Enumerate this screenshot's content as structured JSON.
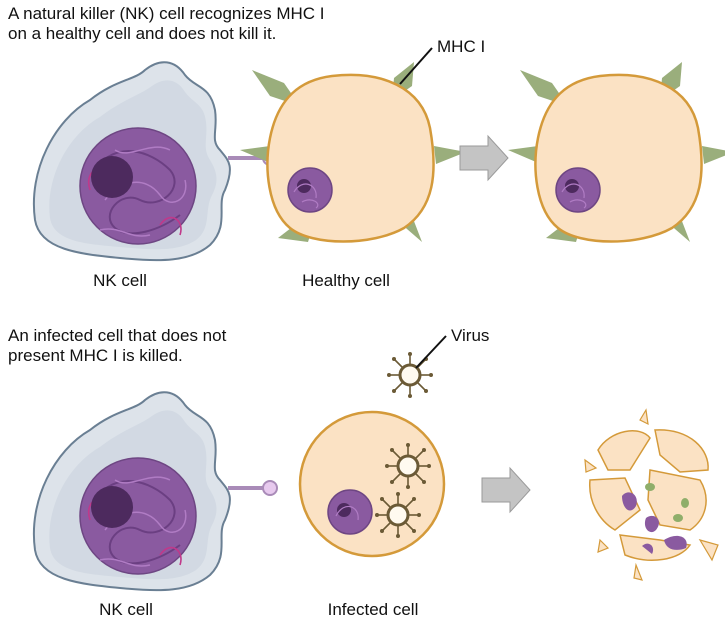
{
  "panel_top": {
    "heading_line1": "A natural killer (NK) cell recognizes MHC I",
    "heading_line2": "on a healthy cell and does not kill it.",
    "label_mhc": "MHC I",
    "caption_nk": "NK cell",
    "caption_target": "Healthy cell"
  },
  "panel_bottom": {
    "heading_line1": "An infected cell that does not",
    "heading_line2": "present MHC I is killed.",
    "label_virus": "Virus",
    "caption_nk": "NK cell",
    "caption_target": "Infected cell"
  },
  "colors": {
    "nk_membrane": "#dde3ea",
    "nk_outline": "#6a7f93",
    "nucleus": "#8a5aa0",
    "nucleolus": "#4d2a5e",
    "target_cell": "#fbe2c4",
    "target_outline": "#d49a3a",
    "mhc": "#9aae7c",
    "arrow": "#c4c4c4",
    "virus": "#6b5a36"
  }
}
